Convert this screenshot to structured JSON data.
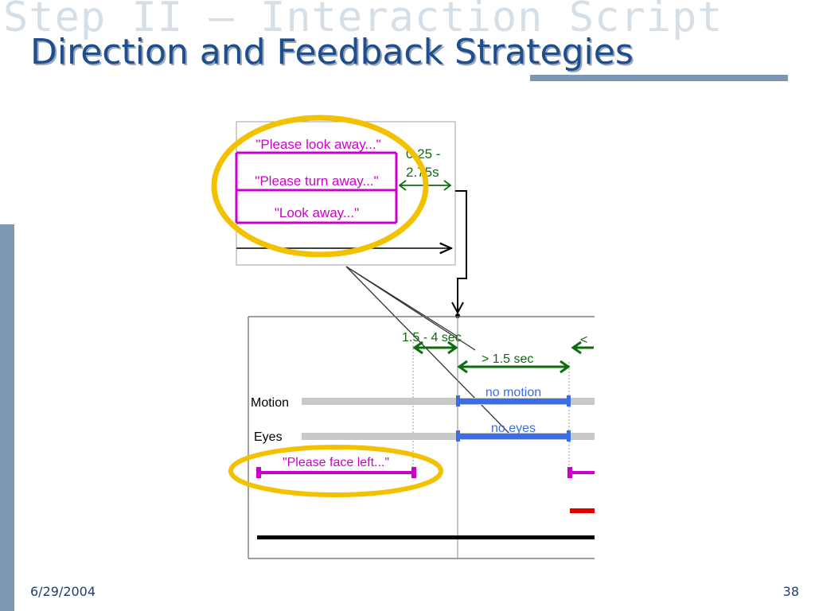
{
  "slide": {
    "ghost_title": "Step II – Interaction Script",
    "title": "Direction and Feedback Strategies",
    "date": "6/29/2004",
    "page": "38"
  },
  "top_panel": {
    "prompt_1": "\"Please look away...\"",
    "prompt_2": "\"Please turn away...\"",
    "prompt_3": "\"Look away...\"",
    "interval_line1": "0.25 -",
    "interval_line2": "2.75s"
  },
  "bottom_panel": {
    "interval_a": "1.5 - 4 sec",
    "interval_b": "> 1.5 sec",
    "interval_c": "<",
    "track_motion": "Motion",
    "track_eyes": "Eyes",
    "state_motion": "no motion",
    "state_eyes": "no eyes",
    "prompt_face": "\"Please face left...\""
  },
  "colors": {
    "title": "#1f4e8c",
    "prompt": "#cc00cc",
    "interval": "#0e6b0e",
    "state": "#3a6ee8",
    "highlight": "#f2c200",
    "track": "#c8c8c8",
    "alert": "#e00000"
  }
}
